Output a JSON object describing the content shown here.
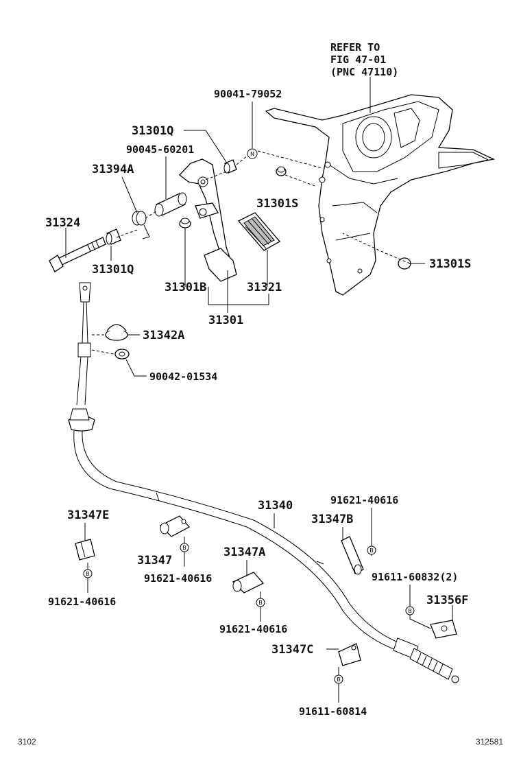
{
  "reference_note": [
    "REFER TO",
    "FIG 47-01",
    "(PNC 47110)"
  ],
  "labels": {
    "p90041_79052": "90041-79052",
    "p31301Q_top": "31301Q",
    "p90045_60201": "90045-60201",
    "p31394A": "31394A",
    "p31301S_mid": "31301S",
    "p31324": "31324",
    "p31301Q_bottom": "31301Q",
    "p31301S_right": "31301S",
    "p31301B": "31301B",
    "p31321": "31321",
    "p31301": "31301",
    "p31342A": "31342A",
    "p90042_01534": "90042-01534",
    "p31340": "31340",
    "p31347E": "31347E",
    "p91621_40616_a": "91621-40616",
    "p31347B": "31347B",
    "p31347": "31347",
    "p91621_40616_b": "91621-40616",
    "p31347A": "31347A",
    "p91611_60832": "91611-60832(2)",
    "p91621_40616_c": "91621-40616",
    "p31356F": "31356F",
    "p91621_40616_d": "91621-40616",
    "p31347C": "31347C",
    "p91611_60814": "91611-60814"
  },
  "markers": {
    "n": "N",
    "b": "B"
  },
  "corners": {
    "left": "3102",
    "right": "312581"
  }
}
